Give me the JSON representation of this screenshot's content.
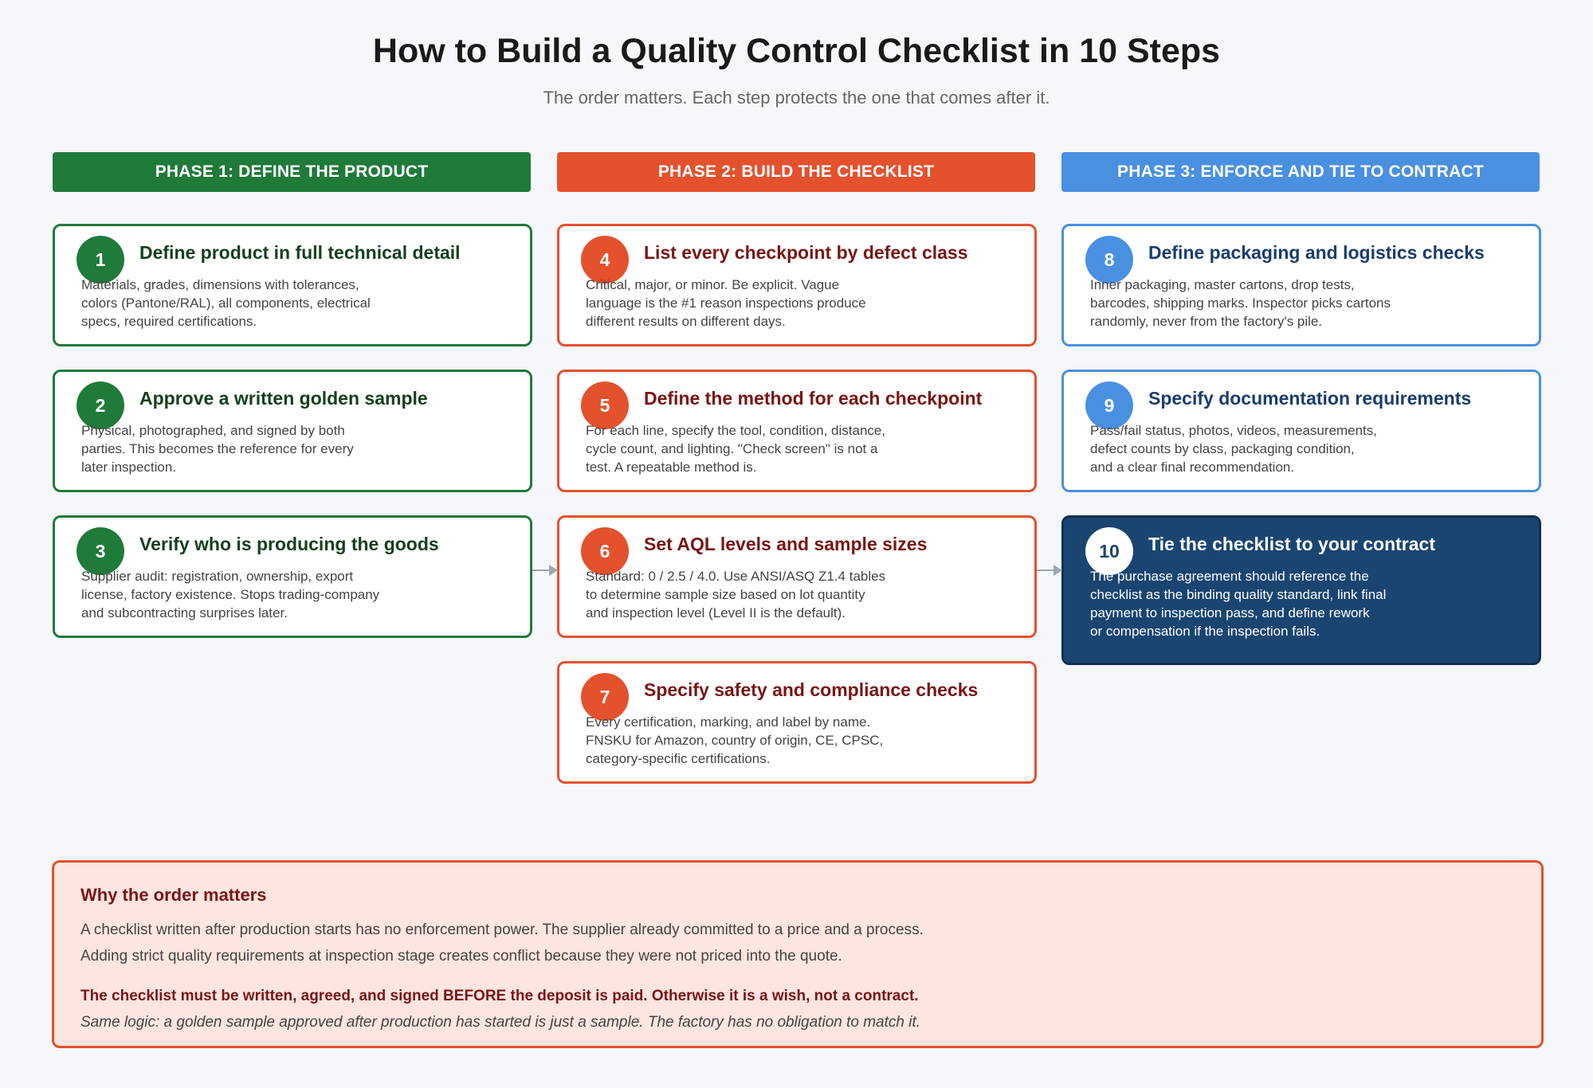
{
  "title": "How to Build a Quality Control Checklist in 10 Steps",
  "subtitle": "The order matters. Each step protects the one that comes after it.",
  "colors": {
    "phase1": "#207a3a",
    "phase2": "#e4512d",
    "phase3": "#4a90e0",
    "highlight": "#1a4571",
    "note_bg": "#fde5e0"
  },
  "phases": [
    {
      "label": "PHASE 1: DEFINE THE PRODUCT"
    },
    {
      "label": "PHASE 2: BUILD THE CHECKLIST"
    },
    {
      "label": "PHASE 3: ENFORCE AND TIE TO CONTRACT"
    }
  ],
  "steps": [
    {
      "number": "1",
      "title": "Define product in full technical detail",
      "lines": [
        "Materials, grades, dimensions with tolerances,",
        "colors (Pantone/RAL), all components, electrical",
        "specs, required certifications."
      ]
    },
    {
      "number": "2",
      "title": "Approve a written golden sample",
      "lines": [
        "Physical, photographed, and signed by both",
        "parties. This becomes the reference for every",
        "later inspection."
      ]
    },
    {
      "number": "3",
      "title": "Verify who is producing the goods",
      "lines": [
        "Supplier audit: registration, ownership, export",
        "license, factory existence. Stops trading-company",
        "and subcontracting surprises later."
      ]
    },
    {
      "number": "4",
      "title": "List every checkpoint by defect class",
      "lines": [
        "Critical, major, or minor. Be explicit. Vague",
        "language is the #1 reason inspections produce",
        "different results on different days."
      ]
    },
    {
      "number": "5",
      "title": "Define the method for each checkpoint",
      "lines": [
        "For each line, specify the tool, condition, distance,",
        "cycle count, and lighting. \"Check screen\" is not a",
        "test. A repeatable method is."
      ]
    },
    {
      "number": "6",
      "title": "Set AQL levels and sample sizes",
      "lines": [
        "Standard: 0 / 2.5 / 4.0. Use ANSI/ASQ Z1.4 tables",
        "to determine sample size based on lot quantity",
        "and inspection level (Level II is the default)."
      ]
    },
    {
      "number": "7",
      "title": "Specify safety and compliance checks",
      "lines": [
        "Every certification, marking, and label by name.",
        "FNSKU for Amazon, country of origin, CE, CPSC,",
        "category-specific certifications."
      ]
    },
    {
      "number": "8",
      "title": "Define packaging and logistics checks",
      "lines": [
        "Inner packaging, master cartons, drop tests,",
        "barcodes, shipping marks. Inspector picks cartons",
        "randomly, never from the factory's pile."
      ]
    },
    {
      "number": "9",
      "title": "Specify documentation requirements",
      "lines": [
        "Pass/fail status, photos, videos, measurements,",
        "defect counts by class, packaging condition,",
        "and a clear final recommendation."
      ]
    },
    {
      "number": "10",
      "title": "Tie the checklist to your contract",
      "lines": [
        "The purchase agreement should reference the",
        "checklist as the binding quality standard, link final",
        "payment to inspection pass, and define rework",
        "or compensation if the inspection fails."
      ]
    }
  ],
  "why": {
    "title": "Why the order matters",
    "line1": "A checklist written after production starts has no enforcement power. The supplier already committed to a price and a process.",
    "line2": "Adding strict quality requirements at inspection stage creates conflict because they were not priced into the quote.",
    "bold": "The checklist must be written, agreed, and signed BEFORE the deposit is paid. Otherwise it is a wish, not a contract.",
    "italic": "Same logic: a golden sample approved after production has started is just a sample. The factory has no obligation to match it."
  }
}
